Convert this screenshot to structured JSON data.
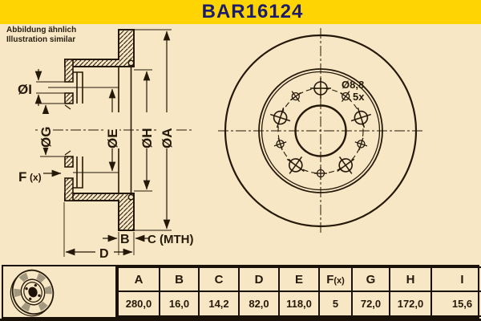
{
  "header": {
    "title": "BAR16124",
    "note_line1": "Abbildung ähnlich",
    "note_line2": "Illustration similar"
  },
  "section_view": {
    "labels": {
      "dia_i": "ØI",
      "dia_g": "ØG",
      "dia_e": "ØE",
      "dia_h": "ØH",
      "dia_a": "ØA",
      "f_main": "F",
      "f_sub": "(x)",
      "b": "B",
      "c_mth": "C (MTH)",
      "d": "D"
    }
  },
  "front_view": {
    "labels": {
      "hole_diameter": "Ø8,8",
      "hole_count": "5x"
    }
  },
  "table": {
    "headers": [
      "A",
      "B",
      "C",
      "D",
      "E",
      "F(x)",
      "G",
      "H",
      "I"
    ],
    "fx_header": {
      "main": "F",
      "sub": "(x)"
    },
    "values": [
      "280,0",
      "16,0",
      "14,2",
      "82,0",
      "118,0",
      "5",
      "72,0",
      "172,0",
      "15,6"
    ]
  },
  "colors": {
    "background": "#f8e7c4",
    "accent_yellow": "#ffd403",
    "title_navy": "#1c1c6e",
    "line": "#241808"
  }
}
